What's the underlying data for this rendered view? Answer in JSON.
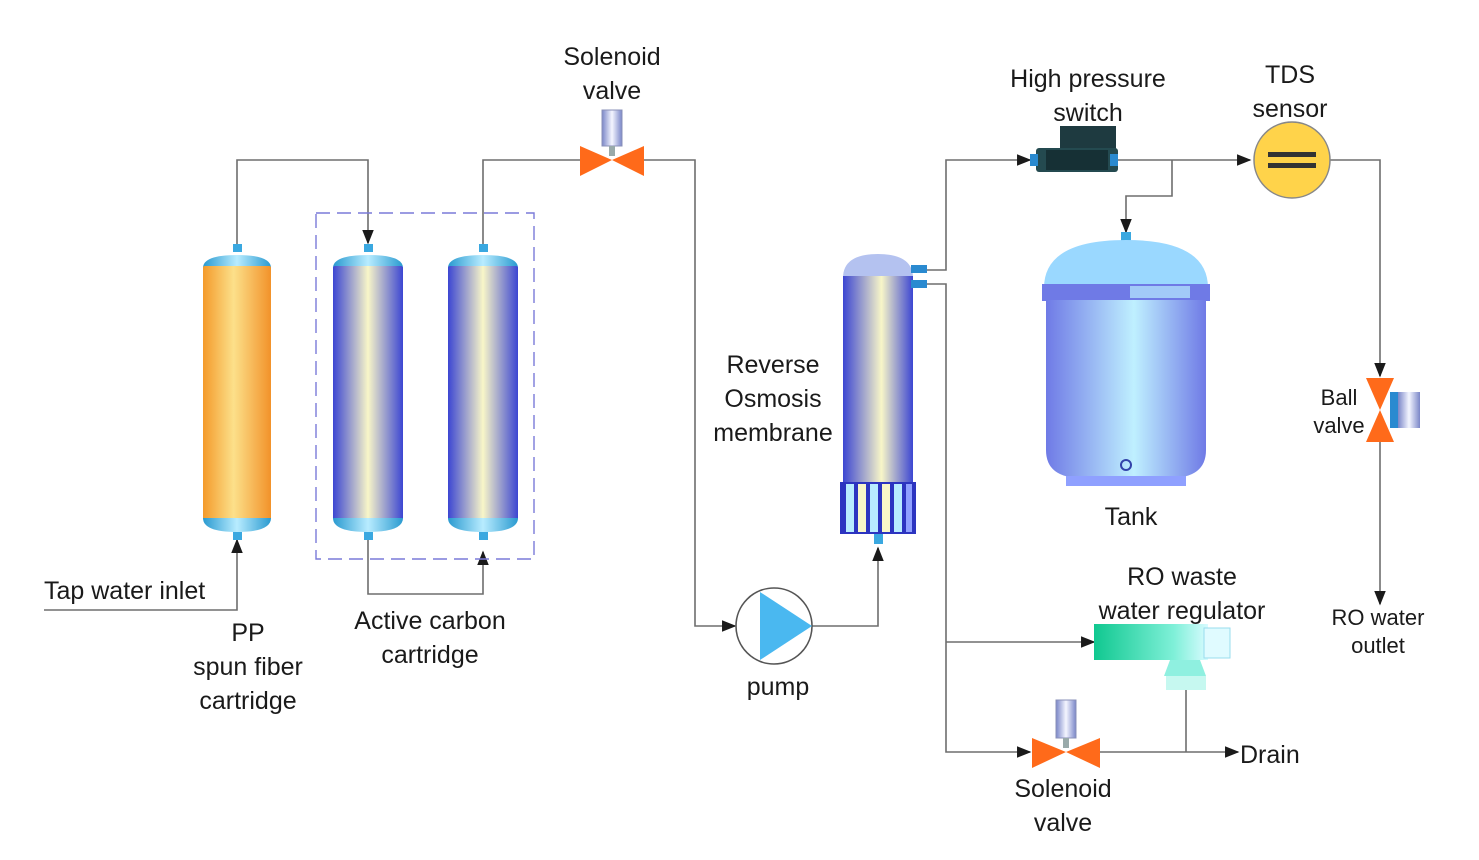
{
  "labels": {
    "solenoid_valve_top": [
      "Solenoid",
      "valve"
    ],
    "high_pressure_switch": [
      "High pressure",
      "switch"
    ],
    "tds_sensor": [
      "TDS",
      "sensor"
    ],
    "reverse_osmosis": [
      "Reverse",
      "Osmosis",
      "membrane"
    ],
    "ball_valve": [
      "Ball",
      "valve"
    ],
    "tank": "Tank",
    "tap_water_inlet": "Tap water inlet",
    "pp_cartridge": [
      "PP",
      "spun fiber",
      "cartridge"
    ],
    "active_carbon": [
      "Active carbon",
      "cartridge"
    ],
    "pump": "pump",
    "ro_waste_regulator": [
      "RO waste",
      "water regulator"
    ],
    "ro_water_outlet": [
      "RO water",
      "outlet"
    ],
    "drain": "Drain",
    "solenoid_valve_bottom": [
      "Solenoid",
      "valve"
    ]
  },
  "colors": {
    "pipe": "#6e6e6e",
    "valve_orange": "#ff6a1a",
    "pp_cartridge": "#f7b548",
    "cartridge_blue": "#4a55d8",
    "cartridge_cream": "#f8f6c8",
    "tank_blue": "#8fc3ff",
    "tds_yellow": "#ffd34a",
    "pump_blue": "#4ab8f0",
    "regulator_green": "#2ad8a0",
    "switch_dark": "#1e3a40",
    "dashed_group": "#7a7ad8"
  }
}
